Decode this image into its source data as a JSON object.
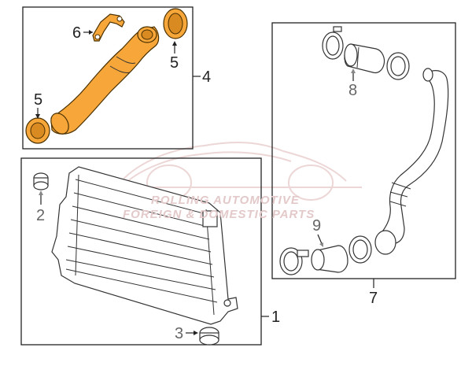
{
  "watermark": {
    "line1": "ROLLING AUTOMOTIVE",
    "line2": "FOREIGN & DOMESTIC PARTS"
  },
  "callouts": {
    "c1": "1",
    "c2": "2",
    "c3": "3",
    "c4": "4",
    "c5a": "5",
    "c5b": "5",
    "c6": "6",
    "c7": "7",
    "c8": "8",
    "c9": "9"
  },
  "colors": {
    "highlight": "#f7a73a",
    "line": "#333333",
    "watermark": "#e3c9c9"
  }
}
